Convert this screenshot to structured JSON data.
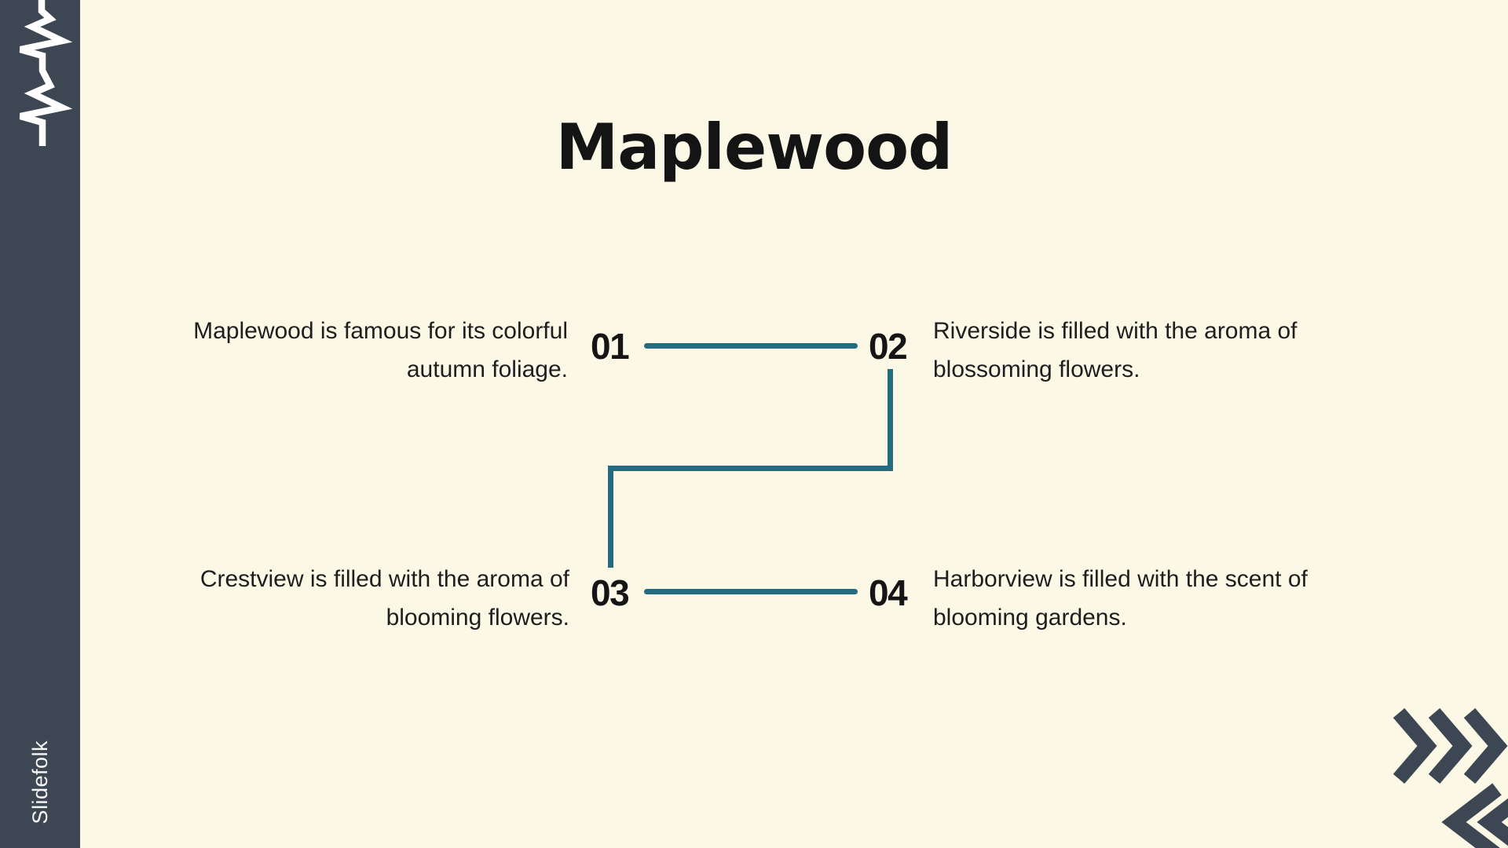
{
  "slide": {
    "title": "Maplewood",
    "brand": "Slidefolk",
    "steps": [
      {
        "number": "01",
        "description": "Maplewood is famous for its colorful autumn foliage.",
        "lines": [
          "Maplewood is famous for its colorful",
          "autumn foliage."
        ]
      },
      {
        "number": "02",
        "description": "Riverside is filled with the aroma of blossoming flowers.",
        "lines": [
          "Riverside is filled with the aroma of",
          "blossoming flowers."
        ]
      },
      {
        "number": "03",
        "description": "Crestview is filled with the aroma of blooming flowers.",
        "lines": [
          "Crestview is filled with the aroma of",
          "blooming flowers."
        ]
      },
      {
        "number": "04",
        "description": "Harborview is filled with the scent of blooming gardens.",
        "lines": [
          "Harborview is filled with the scent of",
          "blooming gardens."
        ]
      }
    ],
    "icons": {
      "sidebar_top": "waveform-icon",
      "corner_top": "chevrons-right-icon",
      "corner_bottom": "chevrons-left-icon"
    },
    "colors": {
      "background": "#fcf8e6",
      "sidebar": "#3d4754",
      "connector": "#256c82",
      "title_text": "#141414",
      "body_text": "#1e1e1e",
      "brand_text": "#f7f7f5"
    }
  }
}
